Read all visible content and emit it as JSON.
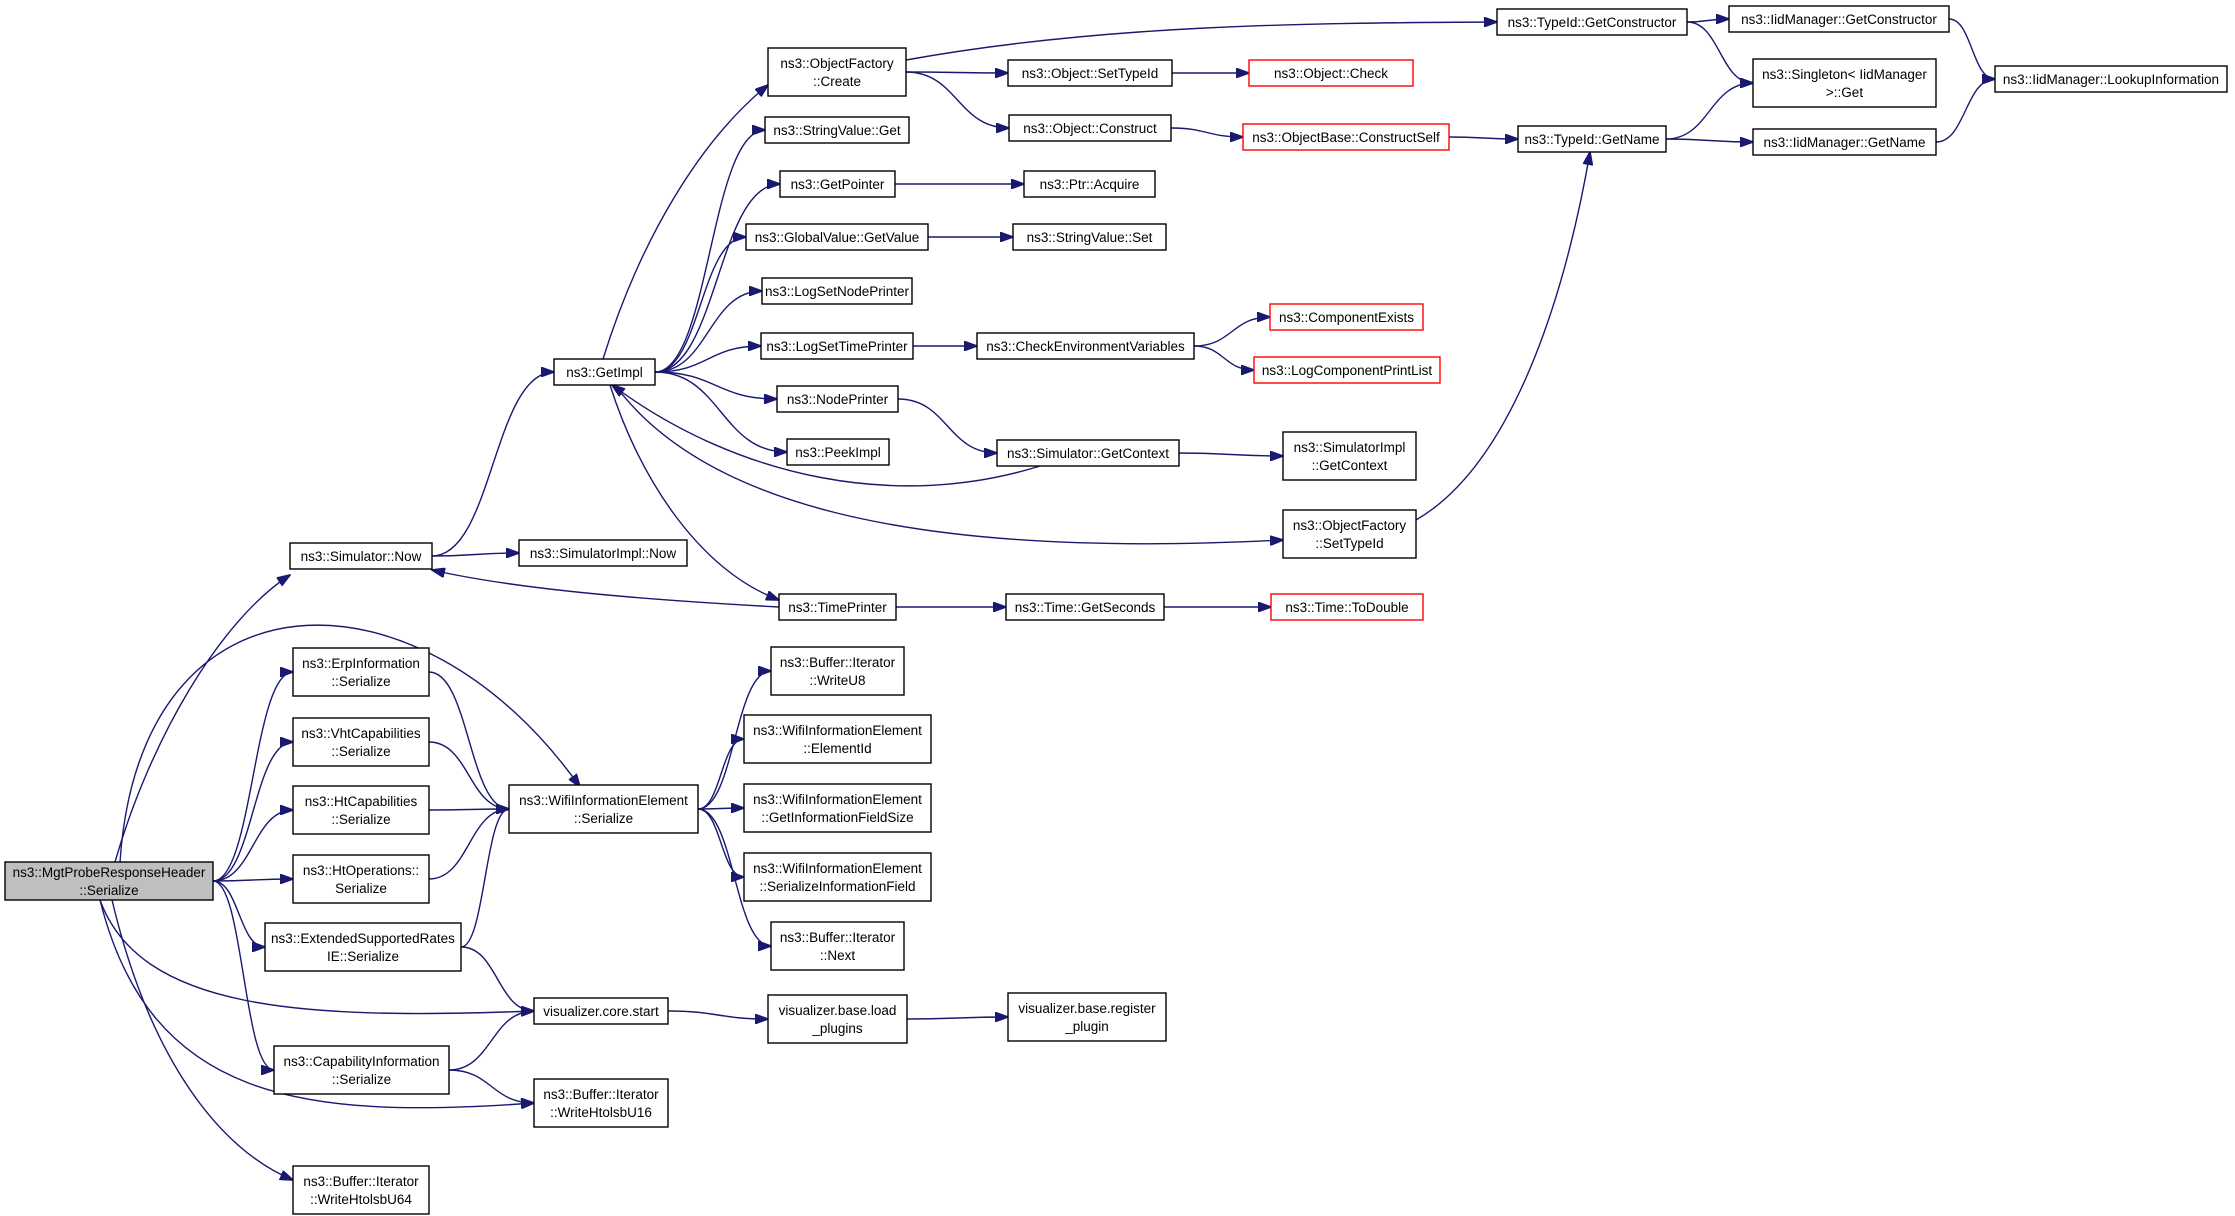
{
  "diagram": {
    "nodes": [
      {
        "id": "root",
        "lines": [
          "ns3::MgtProbeResponseHeader",
          "::Serialize"
        ],
        "style": "root"
      },
      {
        "id": "simnow",
        "lines": [
          "ns3::Simulator::Now"
        ],
        "style": "normal"
      },
      {
        "id": "erp",
        "lines": [
          "ns3::ErpInformation",
          "::Serialize"
        ],
        "style": "normal"
      },
      {
        "id": "vht",
        "lines": [
          "ns3::VhtCapabilities",
          "::Serialize"
        ],
        "style": "normal"
      },
      {
        "id": "htcap",
        "lines": [
          "ns3::HtCapabilities",
          "::Serialize"
        ],
        "style": "normal"
      },
      {
        "id": "htop",
        "lines": [
          "ns3::HtOperations::",
          "Serialize"
        ],
        "style": "normal"
      },
      {
        "id": "extrates",
        "lines": [
          "ns3::ExtendedSupportedRates",
          "IE::Serialize"
        ],
        "style": "normal"
      },
      {
        "id": "capinfo",
        "lines": [
          "ns3::CapabilityInformation",
          "::Serialize"
        ],
        "style": "normal"
      },
      {
        "id": "wu64",
        "lines": [
          "ns3::Buffer::Iterator",
          "::WriteHtolsbU64"
        ],
        "style": "normal"
      },
      {
        "id": "getimpl",
        "lines": [
          "ns3::GetImpl"
        ],
        "style": "normal"
      },
      {
        "id": "simimplnow",
        "lines": [
          "ns3::SimulatorImpl::Now"
        ],
        "style": "normal"
      },
      {
        "id": "wifiser",
        "lines": [
          "ns3::WifiInformationElement",
          "::Serialize"
        ],
        "style": "normal"
      },
      {
        "id": "vizstart",
        "lines": [
          "visualizer.core.start"
        ],
        "style": "normal"
      },
      {
        "id": "wu16",
        "lines": [
          "ns3::Buffer::Iterator",
          "::WriteHtolsbU16"
        ],
        "style": "normal"
      },
      {
        "id": "ofcreate",
        "lines": [
          "ns3::ObjectFactory",
          "::Create"
        ],
        "style": "normal"
      },
      {
        "id": "strget",
        "lines": [
          "ns3::StringValue::Get"
        ],
        "style": "normal"
      },
      {
        "id": "getptr",
        "lines": [
          "ns3::GetPointer"
        ],
        "style": "normal"
      },
      {
        "id": "gvget",
        "lines": [
          "ns3::GlobalValue::GetValue"
        ],
        "style": "normal"
      },
      {
        "id": "lognode",
        "lines": [
          "ns3::LogSetNodePrinter"
        ],
        "style": "normal"
      },
      {
        "id": "logtime",
        "lines": [
          "ns3::LogSetTimePrinter"
        ],
        "style": "normal"
      },
      {
        "id": "nodeprinter",
        "lines": [
          "ns3::NodePrinter"
        ],
        "style": "normal"
      },
      {
        "id": "peekimpl",
        "lines": [
          "ns3::PeekImpl"
        ],
        "style": "normal"
      },
      {
        "id": "timeprinter",
        "lines": [
          "ns3::TimePrinter"
        ],
        "style": "normal"
      },
      {
        "id": "wu8",
        "lines": [
          "ns3::Buffer::Iterator",
          "::WriteU8"
        ],
        "style": "normal"
      },
      {
        "id": "elemid",
        "lines": [
          "ns3::WifiInformationElement",
          "::ElementId"
        ],
        "style": "normal"
      },
      {
        "id": "getinfosize",
        "lines": [
          "ns3::WifiInformationElement",
          "::GetInformationFieldSize"
        ],
        "style": "normal"
      },
      {
        "id": "serinfo",
        "lines": [
          "ns3::WifiInformationElement",
          "::SerializeInformationField"
        ],
        "style": "normal"
      },
      {
        "id": "bufnext",
        "lines": [
          "ns3::Buffer::Iterator",
          "::Next"
        ],
        "style": "normal"
      },
      {
        "id": "loadplugins",
        "lines": [
          "visualizer.base.load",
          "_plugins"
        ],
        "style": "normal"
      },
      {
        "id": "setttypeid",
        "lines": [
          "ns3::Object::SetTypeId"
        ],
        "style": "normal"
      },
      {
        "id": "objconstruct",
        "lines": [
          "ns3::Object::Construct"
        ],
        "style": "normal"
      },
      {
        "id": "ptracq",
        "lines": [
          "ns3::Ptr::Acquire"
        ],
        "style": "normal"
      },
      {
        "id": "strset",
        "lines": [
          "ns3::StringValue::Set"
        ],
        "style": "normal"
      },
      {
        "id": "checkenv",
        "lines": [
          "ns3::CheckEnvironmentVariables"
        ],
        "style": "normal"
      },
      {
        "id": "simgetctx",
        "lines": [
          "ns3::Simulator::GetContext"
        ],
        "style": "normal"
      },
      {
        "id": "ofsettypeid",
        "lines": [
          "ns3::ObjectFactory",
          "::SetTypeId"
        ],
        "style": "normal"
      },
      {
        "id": "timegetsec",
        "lines": [
          "ns3::Time::GetSeconds"
        ],
        "style": "normal"
      },
      {
        "id": "regplugin",
        "lines": [
          "visualizer.base.register",
          "_plugin"
        ],
        "style": "normal"
      },
      {
        "id": "objcheck",
        "lines": [
          "ns3::Object::Check"
        ],
        "style": "red"
      },
      {
        "id": "constructself",
        "lines": [
          "ns3::ObjectBase::ConstructSelf"
        ],
        "style": "red"
      },
      {
        "id": "compexists",
        "lines": [
          "ns3::ComponentExists"
        ],
        "style": "red"
      },
      {
        "id": "logcomplist",
        "lines": [
          "ns3::LogComponentPrintList"
        ],
        "style": "red"
      },
      {
        "id": "simimplgetctx",
        "lines": [
          "ns3::SimulatorImpl",
          "::GetContext"
        ],
        "style": "normal"
      },
      {
        "id": "todouble",
        "lines": [
          "ns3::Time::ToDouble"
        ],
        "style": "red"
      },
      {
        "id": "tidgetctor",
        "lines": [
          "ns3::TypeId::GetConstructor"
        ],
        "style": "normal"
      },
      {
        "id": "tidgetname",
        "lines": [
          "ns3::TypeId::GetName"
        ],
        "style": "normal"
      },
      {
        "id": "iidgetctor",
        "lines": [
          "ns3::IidManager::GetConstructor"
        ],
        "style": "normal"
      },
      {
        "id": "singleton",
        "lines": [
          "ns3::Singleton< IidManager",
          " >::Get"
        ],
        "style": "normal"
      },
      {
        "id": "iidgetname",
        "lines": [
          "ns3::IidManager::GetName"
        ],
        "style": "normal"
      },
      {
        "id": "lookupinfo",
        "lines": [
          "ns3::IidManager::LookupInformation"
        ],
        "style": "normal"
      }
    ],
    "edges": [
      [
        "root",
        "simnow"
      ],
      [
        "root",
        "erp"
      ],
      [
        "root",
        "vht"
      ],
      [
        "root",
        "htcap"
      ],
      [
        "root",
        "htop"
      ],
      [
        "root",
        "extrates"
      ],
      [
        "root",
        "capinfo"
      ],
      [
        "root",
        "wu64"
      ],
      [
        "root",
        "wifiser"
      ],
      [
        "root",
        "vizstart"
      ],
      [
        "root",
        "wu16"
      ],
      [
        "simnow",
        "getimpl"
      ],
      [
        "simnow",
        "simimplnow"
      ],
      [
        "erp",
        "wifiser"
      ],
      [
        "vht",
        "wifiser"
      ],
      [
        "htcap",
        "wifiser"
      ],
      [
        "htop",
        "wifiser"
      ],
      [
        "extrates",
        "wifiser"
      ],
      [
        "extrates",
        "vizstart"
      ],
      [
        "capinfo",
        "vizstart"
      ],
      [
        "capinfo",
        "wu16"
      ],
      [
        "getimpl",
        "ofcreate"
      ],
      [
        "getimpl",
        "strget"
      ],
      [
        "getimpl",
        "getptr"
      ],
      [
        "getimpl",
        "gvget"
      ],
      [
        "getimpl",
        "lognode"
      ],
      [
        "getimpl",
        "logtime"
      ],
      [
        "getimpl",
        "nodeprinter"
      ],
      [
        "getimpl",
        "peekimpl"
      ],
      [
        "getimpl",
        "timeprinter"
      ],
      [
        "getimpl",
        "ofsettypeid"
      ],
      [
        "wifiser",
        "wu8"
      ],
      [
        "wifiser",
        "elemid"
      ],
      [
        "wifiser",
        "getinfosize"
      ],
      [
        "wifiser",
        "serinfo"
      ],
      [
        "wifiser",
        "bufnext"
      ],
      [
        "vizstart",
        "loadplugins"
      ],
      [
        "loadplugins",
        "regplugin"
      ],
      [
        "ofcreate",
        "tidgetctor"
      ],
      [
        "ofcreate",
        "setttypeid"
      ],
      [
        "ofcreate",
        "objconstruct"
      ],
      [
        "setttypeid",
        "objcheck"
      ],
      [
        "objconstruct",
        "constructself"
      ],
      [
        "constructself",
        "tidgetname"
      ],
      [
        "getptr",
        "ptracq"
      ],
      [
        "gvget",
        "strset"
      ],
      [
        "logtime",
        "checkenv"
      ],
      [
        "checkenv",
        "compexists"
      ],
      [
        "checkenv",
        "logcomplist"
      ],
      [
        "nodeprinter",
        "simgetctx"
      ],
      [
        "simgetctx",
        "simimplgetctx"
      ],
      [
        "simgetctx",
        "getimpl"
      ],
      [
        "timeprinter",
        "simnow"
      ],
      [
        "timeprinter",
        "timegetsec"
      ],
      [
        "timegetsec",
        "todouble"
      ],
      [
        "ofsettypeid",
        "tidgetname"
      ],
      [
        "tidgetctor",
        "iidgetctor"
      ],
      [
        "tidgetctor",
        "singleton"
      ],
      [
        "tidgetname",
        "singleton"
      ],
      [
        "tidgetname",
        "iidgetname"
      ],
      [
        "iidgetctor",
        "lookupinfo"
      ],
      [
        "iidgetname",
        "lookupinfo"
      ]
    ]
  },
  "colors": {
    "edge": "#191970",
    "box_border": "#000000",
    "missing_border": "#ff0000",
    "root_fill": "#bfbfbf",
    "box_fill": "#ffffff"
  }
}
